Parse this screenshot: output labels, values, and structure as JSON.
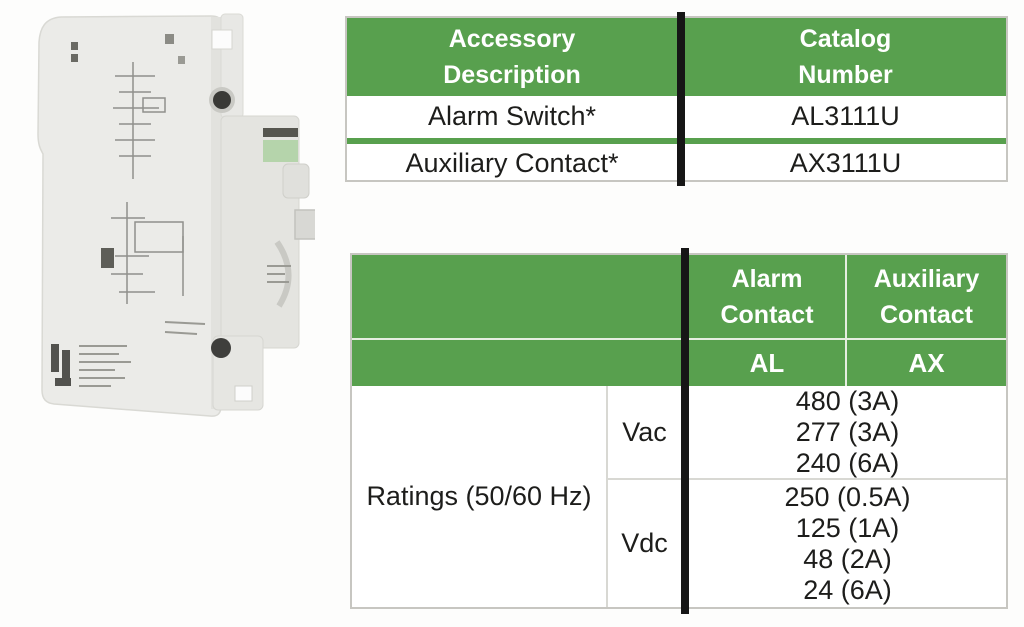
{
  "colors": {
    "accent_green": "#58a04e",
    "divider_black": "#161616",
    "body_text": "#1d1d1b",
    "border_gray": "#c7c6c1",
    "cell_line": "#d8d8d3",
    "header_line": "#e6eee1",
    "device_label_green": "#b5d4ab"
  },
  "catalog_table": {
    "headers": {
      "description": "Accessory\nDescription",
      "catalog": "Catalog\nNumber"
    },
    "rows": [
      {
        "description": "Alarm Switch*",
        "catalog": "AL3111U"
      },
      {
        "description": "Auxiliary Contact*",
        "catalog": "AX3111U"
      }
    ]
  },
  "ratings_table": {
    "column_headers": {
      "alarm": "Alarm\nContact",
      "auxiliary": "Auxiliary\nContact"
    },
    "subheaders": {
      "alarm": "AL",
      "auxiliary": "AX"
    },
    "row_label": "Ratings (50/60 Hz)",
    "vac": {
      "label": "Vac",
      "values": [
        "480 (3A)",
        "277 (3A)",
        "240 (6A)"
      ]
    },
    "vdc": {
      "label": "Vdc",
      "values": [
        "250 (0.5A)",
        "125 (1A)",
        "48 (2A)",
        "24 (6A)"
      ]
    }
  }
}
